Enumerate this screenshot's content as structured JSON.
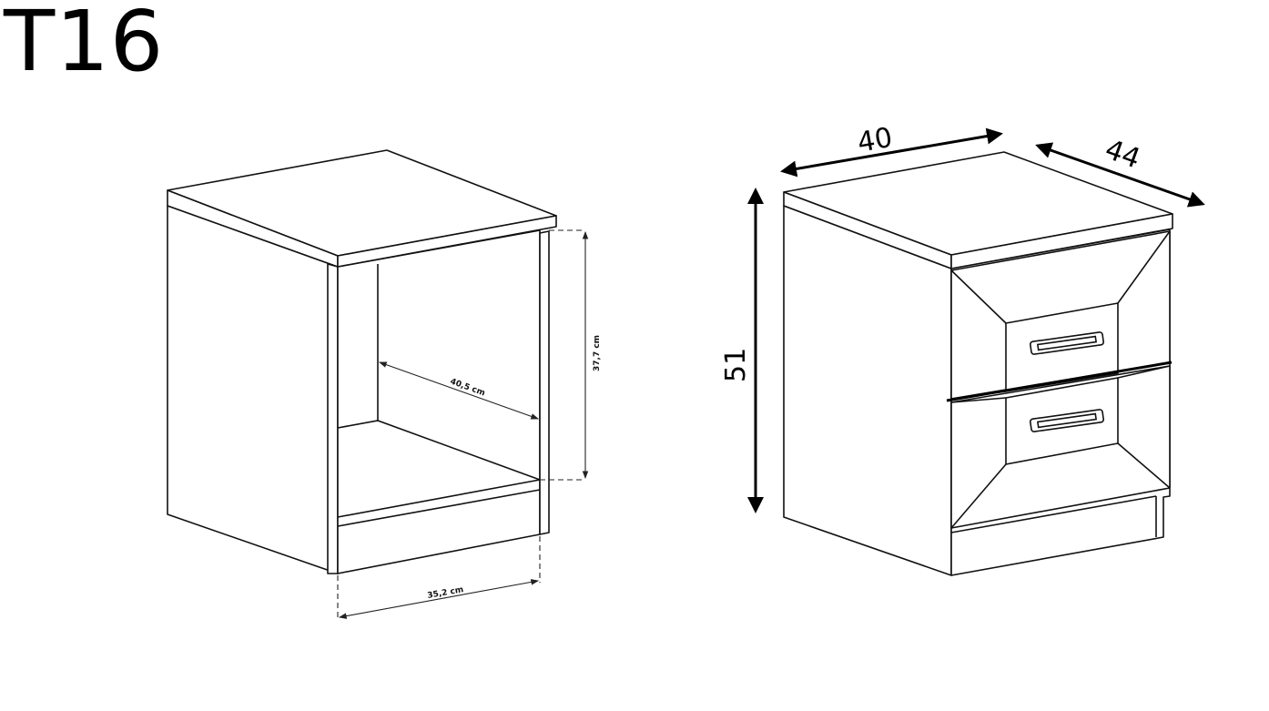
{
  "title": "T16",
  "open_cabinet": {
    "depth_label": "40,5 cm",
    "height_label": "37,7 cm",
    "width_label": "35,2 cm"
  },
  "drawer_cabinet": {
    "width_label": "40",
    "depth_label": "44",
    "height_label": "51"
  }
}
